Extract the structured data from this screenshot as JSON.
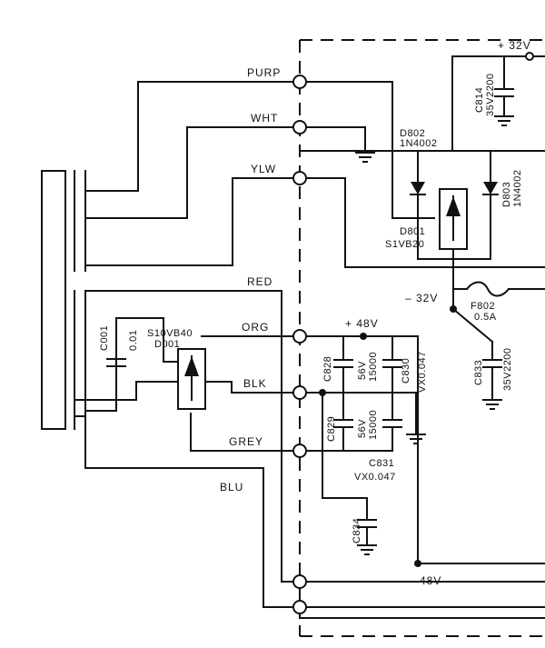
{
  "wires": {
    "purp": "PURP",
    "wht": "WHT",
    "ylw": "YLW",
    "red": "RED",
    "org": "ORG",
    "blk": "BLK",
    "grey": "GREY",
    "blu": "BLU"
  },
  "rails": {
    "pos32_top": "+ 32V",
    "neg32": "– 32V",
    "pos48": "+ 48V",
    "neg48": "– 48V"
  },
  "components": {
    "c814": {
      "ref": "C814",
      "value": "35V2200"
    },
    "d802": {
      "ref": "D802",
      "value": "1N4002"
    },
    "d803": {
      "ref": "D803",
      "value": "1N4002"
    },
    "d801": {
      "ref": "D801",
      "value": "S1VB20"
    },
    "f802": {
      "ref": "F802",
      "value": "0.5A"
    },
    "c833": {
      "ref": "C833",
      "value": "35V2200"
    },
    "c001": {
      "ref": "C001",
      "value": "0.01"
    },
    "d001": {
      "ref": "D001",
      "value": "S10VB40"
    },
    "c828": {
      "ref": "C828",
      "value": "56V",
      "value2": "15000"
    },
    "c830": {
      "ref": "C830",
      "value": "VX0.047"
    },
    "c829": {
      "ref": "C829",
      "value": "56V",
      "value2": "15000"
    },
    "c831": {
      "ref": "C831",
      "value": "VX0.047"
    },
    "c834": {
      "ref": "C834"
    }
  },
  "icons": {
    "ground": "ground-icon",
    "bridge": "bridge-rectifier-icon",
    "diode": "diode-icon",
    "fuse": "fuse-icon",
    "capacitor": "capacitor-icon",
    "terminal": "terminal-icon"
  }
}
